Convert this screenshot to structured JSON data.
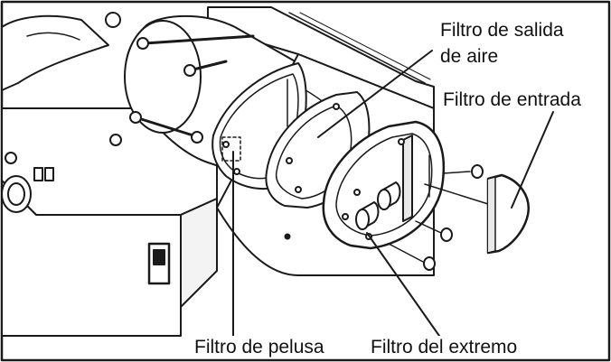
{
  "labels": {
    "air_outlet_filter_line1": "Filtro de salida",
    "air_outlet_filter_line2": "de aire",
    "inlet_filter": "Filtro de entrada",
    "lint_filter": "Filtro de pelusa",
    "end_filter": "Filtro del extremo"
  },
  "colors": {
    "line": "#1a1a1a",
    "fill": "#ffffff",
    "shade": "#e9e9e9"
  }
}
